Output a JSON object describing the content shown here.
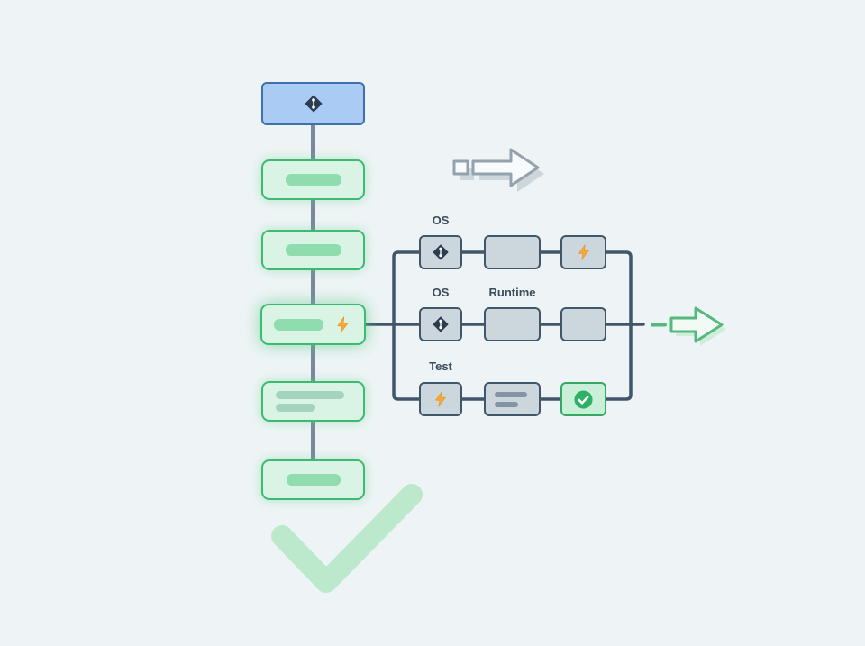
{
  "page": {
    "background": "#eef4f5"
  },
  "labels": {
    "matrix_row1_col1": "OS",
    "matrix_row2_col1": "OS",
    "matrix_row2_col2": "Runtime",
    "matrix_row3_col1": "Test"
  },
  "icons": {
    "source_node": "git-branch-icon",
    "active_step": "lightning-icon",
    "transition": "fast-forward-arrow-icon",
    "output": "arrow-right-icon",
    "completion": "large-checkmark-icon",
    "matrix_row1_cells": [
      "git-branch-icon",
      null,
      "lightning-icon"
    ],
    "matrix_row2_cells": [
      "git-branch-icon",
      null,
      null
    ],
    "matrix_row3_cells": [
      "lightning-icon",
      "text-lines",
      "check-circle-icon"
    ]
  },
  "colors": {
    "source_fill": "#a9cbf4",
    "source_border": "#3d70ac",
    "step_fill": "#d9f4e5",
    "step_border": "#3cbb70",
    "step_bar": "#8fdcae",
    "cell_fill": "#ccd6dd",
    "cell_border": "#40566b",
    "success_fill": "#c9efd8",
    "success_border": "#35a864",
    "lightning": "#f5a93d",
    "check": "#2eb166",
    "connector": "#40566b",
    "pipeline_spine": "#78899b",
    "gray_arrow": "#93a2ad",
    "green_arrow": "#55b87c",
    "big_check": "#bce9cc"
  }
}
